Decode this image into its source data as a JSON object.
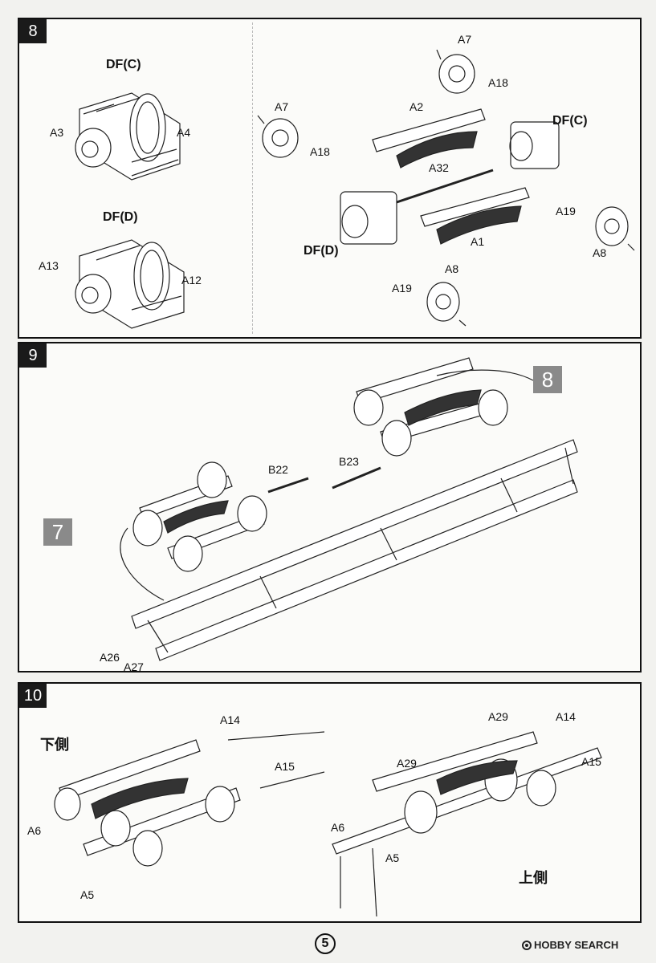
{
  "steps": [
    {
      "number": "8",
      "left_labels": {
        "dfc": "DF(C)",
        "dfd": "DF(D)",
        "a3": "A3",
        "a4": "A4",
        "a13": "A13",
        "a12": "A12"
      },
      "right_labels": {
        "a7_top": "A7",
        "a18_top": "A18",
        "a7_left": "A7",
        "a18_left": "A18",
        "a2": "A2",
        "dfc": "DF(C)",
        "a32": "A32",
        "a19_right": "A19",
        "a8_right": "A8",
        "a1": "A1",
        "dfd": "DF(D)",
        "a19_bottom": "A19",
        "a8_bottom": "A8"
      }
    },
    {
      "number": "9",
      "ref_top": "8",
      "ref_left": "7",
      "labels": {
        "b22": "B22",
        "b23": "B23",
        "a26": "A26",
        "a27": "A27"
      }
    },
    {
      "number": "10",
      "labels": {
        "jp_bottom": "下側",
        "jp_top": "上側",
        "a14_l": "A14",
        "a15_l": "A15",
        "a6_l": "A6",
        "a5_l": "A5",
        "a29_a": "A29",
        "a14_r": "A14",
        "a29_b": "A29",
        "a15_r": "A15",
        "a6_r": "A6",
        "a5_r": "A5"
      }
    }
  ],
  "footer": {
    "page_number": "5",
    "brand": "HOBBY SEARCH"
  }
}
